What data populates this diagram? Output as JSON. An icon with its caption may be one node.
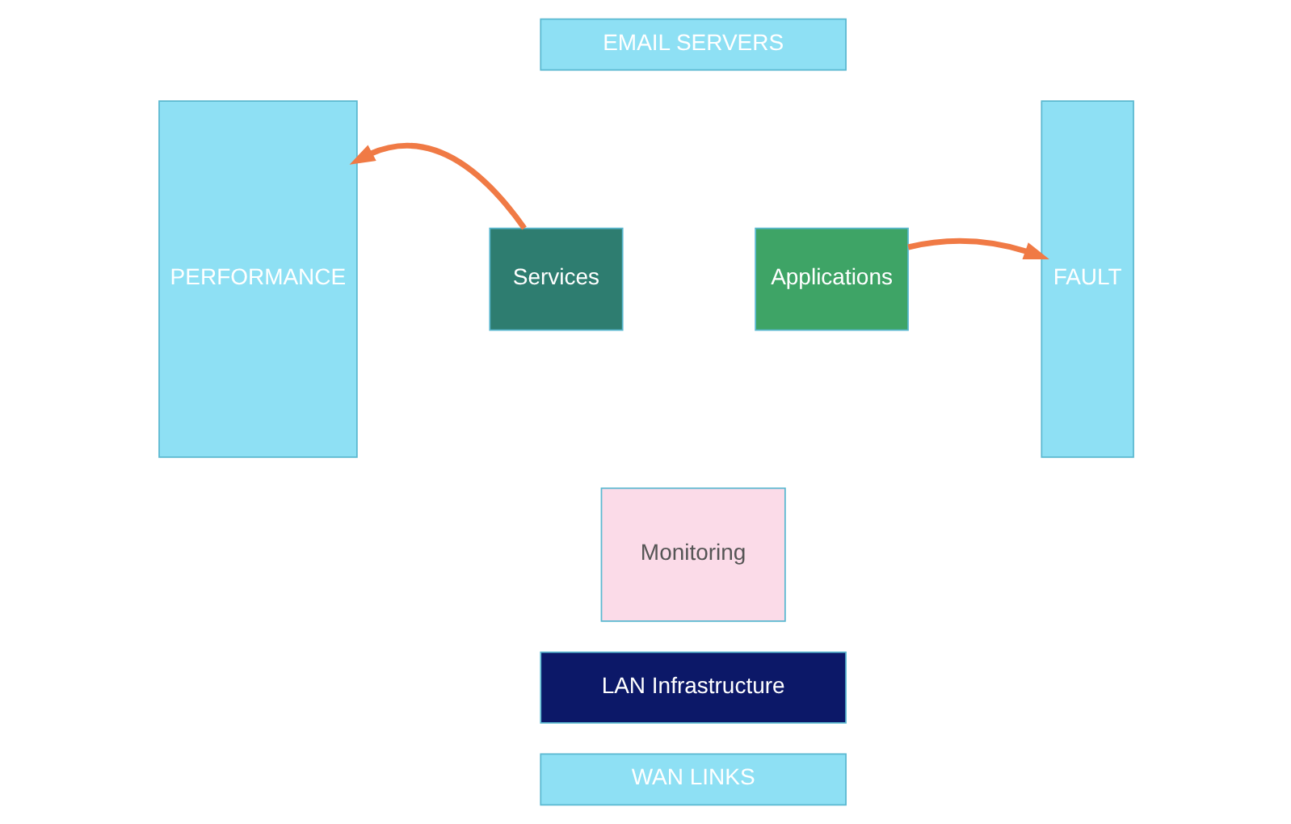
{
  "diagram": {
    "nodes": [
      {
        "text": [
          "EMAIL SERVERS"
        ]
      },
      {
        "text": [
          "PERFORMANCE"
        ]
      },
      {
        "text": [
          "Services"
        ]
      },
      {
        "text": [
          "Applications"
        ]
      },
      {
        "text": [
          "Monitoring"
        ]
      },
      {
        "text": [
          "LAN Infrastructure"
        ]
      },
      {
        "text": [
          "FAULT"
        ]
      },
      {
        "text": [
          "WAN LINKS"
        ]
      }
    ],
    "edges": [
      {
        "from": 2,
        "to": 1,
        "arrow": "to"
      },
      {
        "from": 3,
        "to": 6,
        "arrow": "to"
      }
    ]
  }
}
